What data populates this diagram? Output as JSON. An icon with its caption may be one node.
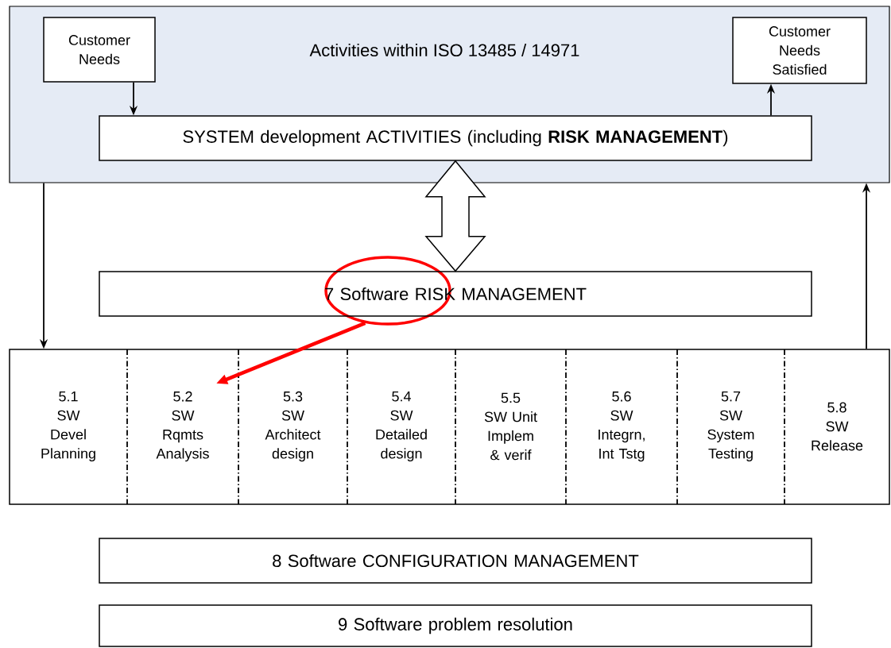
{
  "diagram": {
    "nodes": [
      {
        "text": [
          "Activities within ISO 13485 / 14971"
        ]
      },
      {
        "text": [
          "Customer Needs"
        ],
        "in": 0
      },
      {
        "text": [
          "Customer Needs Satisfied"
        ],
        "in": 0
      },
      {
        "text": [
          "SYSTEM development ACTIVITIES (including **RISK MANAGEMENT**)"
        ],
        "in": 0
      },
      {
        "text": [
          "7 Software RISK MANAGEMENT"
        ]
      },
      {
        "text": [],
        "shape": "box"
      },
      {
        "text": [
          "5.1",
          "SW Devel Planning"
        ],
        "in": 5
      },
      {
        "text": [
          "5.2",
          "SW Rqmts Analysis"
        ],
        "in": 5
      },
      {
        "text": [
          "5.3",
          "SW Architect design"
        ],
        "in": 5
      },
      {
        "text": [
          "5.4",
          "SW Detailed design"
        ],
        "in": 5
      },
      {
        "text": [
          "5.5",
          "SW Unit Implem & verif"
        ],
        "in": 5
      },
      {
        "text": [
          "5.6",
          "SW Integrn, Int Tstg"
        ],
        "in": 5
      },
      {
        "text": [
          "5.7",
          "SW System Testing"
        ],
        "in": 5
      },
      {
        "text": [
          "5.8",
          "SW Release"
        ],
        "in": 5
      },
      {
        "text": [
          "8 Software CONFIGURATION MANAGEMENT"
        ]
      },
      {
        "text": [
          "9 Software problem resolution"
        ]
      },
      {
        "text": [],
        "shape": "circle"
      }
    ],
    "edges": [
      {
        "from": 1,
        "to": 3,
        "arrow": "to"
      },
      {
        "from": 3,
        "to": 2,
        "arrow": "to"
      },
      {
        "from": 3,
        "to": 4,
        "arrow": "both"
      },
      {
        "from": 0,
        "to": 5,
        "arrow": "to"
      },
      {
        "from": 5,
        "to": 0,
        "arrow": "to"
      },
      {
        "from": 16,
        "to": 7,
        "arrow": "to",
        "style": "thick",
        "color": "#ff0000"
      }
    ]
  }
}
